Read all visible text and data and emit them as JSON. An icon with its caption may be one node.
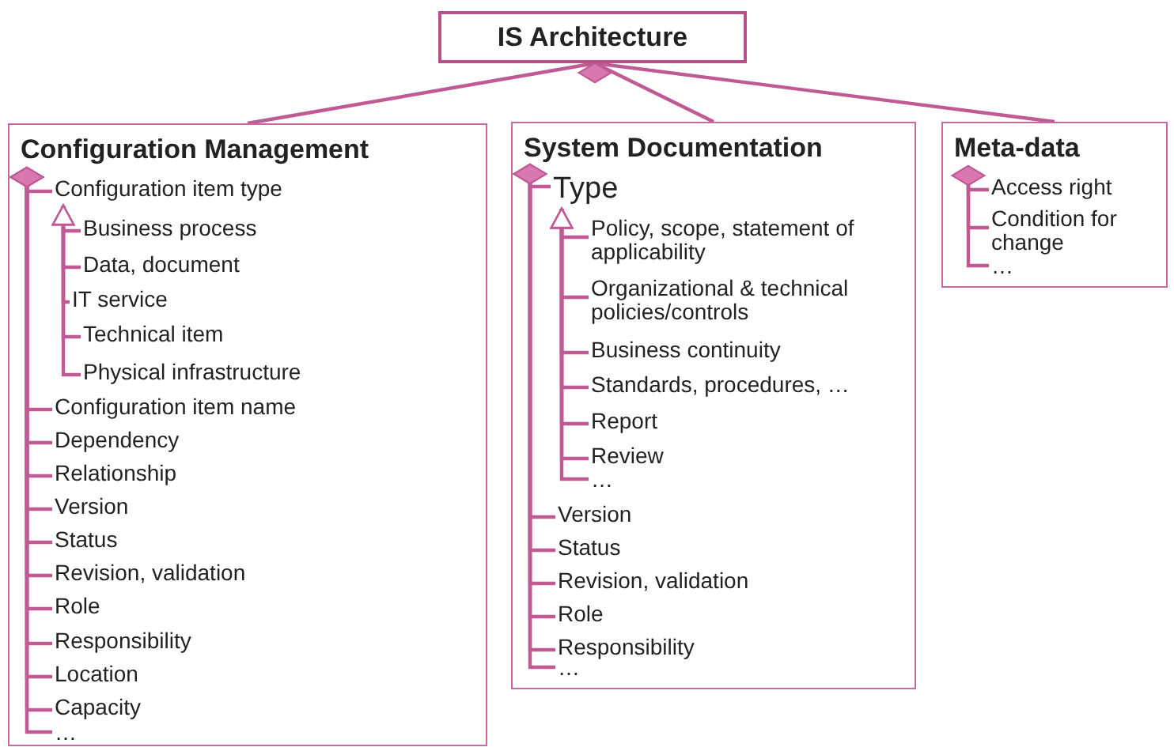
{
  "diagram": {
    "nodes": [
      {
        "text": [
          "IS Architecture"
        ]
      },
      {
        "text": [
          "Configuration Management"
        ]
      },
      {
        "text": [
          "Configuration item type"
        ],
        "in": 1
      },
      {
        "text": [
          "Business process"
        ],
        "in": 1
      },
      {
        "text": [
          "Data, document"
        ],
        "in": 1
      },
      {
        "text": [
          "IT service"
        ],
        "in": 1
      },
      {
        "text": [
          "Technical item"
        ],
        "in": 1
      },
      {
        "text": [
          "Physical infrastructure"
        ],
        "in": 1
      },
      {
        "text": [
          "Configuration item name"
        ],
        "in": 1
      },
      {
        "text": [
          "Dependency"
        ],
        "in": 1
      },
      {
        "text": [
          "Relationship"
        ],
        "in": 1
      },
      {
        "text": [
          "Version"
        ],
        "in": 1
      },
      {
        "text": [
          "Status"
        ],
        "in": 1
      },
      {
        "text": [
          "Revision, validation"
        ],
        "in": 1
      },
      {
        "text": [
          "Role"
        ],
        "in": 1
      },
      {
        "text": [
          "Responsibility"
        ],
        "in": 1
      },
      {
        "text": [
          "Location"
        ],
        "in": 1
      },
      {
        "text": [
          "Capacity"
        ],
        "in": 1
      },
      {
        "text": [
          "…"
        ],
        "in": 1
      },
      {
        "text": [
          "System Documentation"
        ]
      },
      {
        "text": [
          "Type"
        ],
        "in": 19
      },
      {
        "text": [
          "Policy, scope, statement of applicability"
        ],
        "in": 19
      },
      {
        "text": [
          "Organizational & technical policies/controls"
        ],
        "in": 19
      },
      {
        "text": [
          "Business continuity"
        ],
        "in": 19
      },
      {
        "text": [
          "Standards, procedures, …"
        ],
        "in": 19
      },
      {
        "text": [
          "Report"
        ],
        "in": 19
      },
      {
        "text": [
          "Review"
        ],
        "in": 19
      },
      {
        "text": [
          "…"
        ],
        "in": 19
      },
      {
        "text": [
          "Version"
        ],
        "in": 19
      },
      {
        "text": [
          "Status"
        ],
        "in": 19
      },
      {
        "text": [
          "Revision, validation"
        ],
        "in": 19
      },
      {
        "text": [
          "Role"
        ],
        "in": 19
      },
      {
        "text": [
          "Responsibility"
        ],
        "in": 19
      },
      {
        "text": [
          "…"
        ],
        "in": 19
      },
      {
        "text": [
          "Meta-data"
        ]
      },
      {
        "text": [
          "Access right"
        ],
        "in": 34
      },
      {
        "text": [
          "Condition for change"
        ],
        "in": 34
      },
      {
        "text": [
          "…"
        ],
        "in": 34
      }
    ],
    "edges": [
      {
        "from": 0,
        "to": 1,
        "arrow": "other"
      },
      {
        "from": 0,
        "to": 19,
        "arrow": "other"
      },
      {
        "from": 0,
        "to": 34,
        "arrow": "other"
      },
      {
        "from": 1,
        "to": 2,
        "arrow": "other"
      },
      {
        "from": 3,
        "to": 2,
        "arrow": "to"
      },
      {
        "from": 4,
        "to": 2,
        "arrow": "to"
      },
      {
        "from": 5,
        "to": 2,
        "arrow": "to"
      },
      {
        "from": 6,
        "to": 2,
        "arrow": "to"
      },
      {
        "from": 7,
        "to": 2,
        "arrow": "to"
      },
      {
        "from": 1,
        "to": 8,
        "arrow": "other"
      },
      {
        "from": 1,
        "to": 9,
        "arrow": "other"
      },
      {
        "from": 1,
        "to": 10,
        "arrow": "other"
      },
      {
        "from": 1,
        "to": 11,
        "arrow": "other"
      },
      {
        "from": 1,
        "to": 12,
        "arrow": "other"
      },
      {
        "from": 1,
        "to": 13,
        "arrow": "other"
      },
      {
        "from": 1,
        "to": 14,
        "arrow": "other"
      },
      {
        "from": 1,
        "to": 15,
        "arrow": "other"
      },
      {
        "from": 1,
        "to": 16,
        "arrow": "other"
      },
      {
        "from": 1,
        "to": 17,
        "arrow": "other"
      },
      {
        "from": 1,
        "to": 18,
        "arrow": "other"
      },
      {
        "from": 19,
        "to": 20,
        "arrow": "other"
      },
      {
        "from": 21,
        "to": 20,
        "arrow": "to"
      },
      {
        "from": 22,
        "to": 20,
        "arrow": "to"
      },
      {
        "from": 23,
        "to": 20,
        "arrow": "to"
      },
      {
        "from": 24,
        "to": 20,
        "arrow": "to"
      },
      {
        "from": 25,
        "to": 20,
        "arrow": "to"
      },
      {
        "from": 26,
        "to": 20,
        "arrow": "to"
      },
      {
        "from": 27,
        "to": 20,
        "arrow": "to"
      },
      {
        "from": 19,
        "to": 28,
        "arrow": "other"
      },
      {
        "from": 19,
        "to": 29,
        "arrow": "other"
      },
      {
        "from": 19,
        "to": 30,
        "arrow": "other"
      },
      {
        "from": 19,
        "to": 31,
        "arrow": "other"
      },
      {
        "from": 19,
        "to": 32,
        "arrow": "other"
      },
      {
        "from": 19,
        "to": 33,
        "arrow": "other"
      },
      {
        "from": 34,
        "to": 35,
        "arrow": "other"
      },
      {
        "from": 34,
        "to": 36,
        "arrow": "other"
      },
      {
        "from": 34,
        "to": 37,
        "arrow": "other"
      }
    ]
  }
}
